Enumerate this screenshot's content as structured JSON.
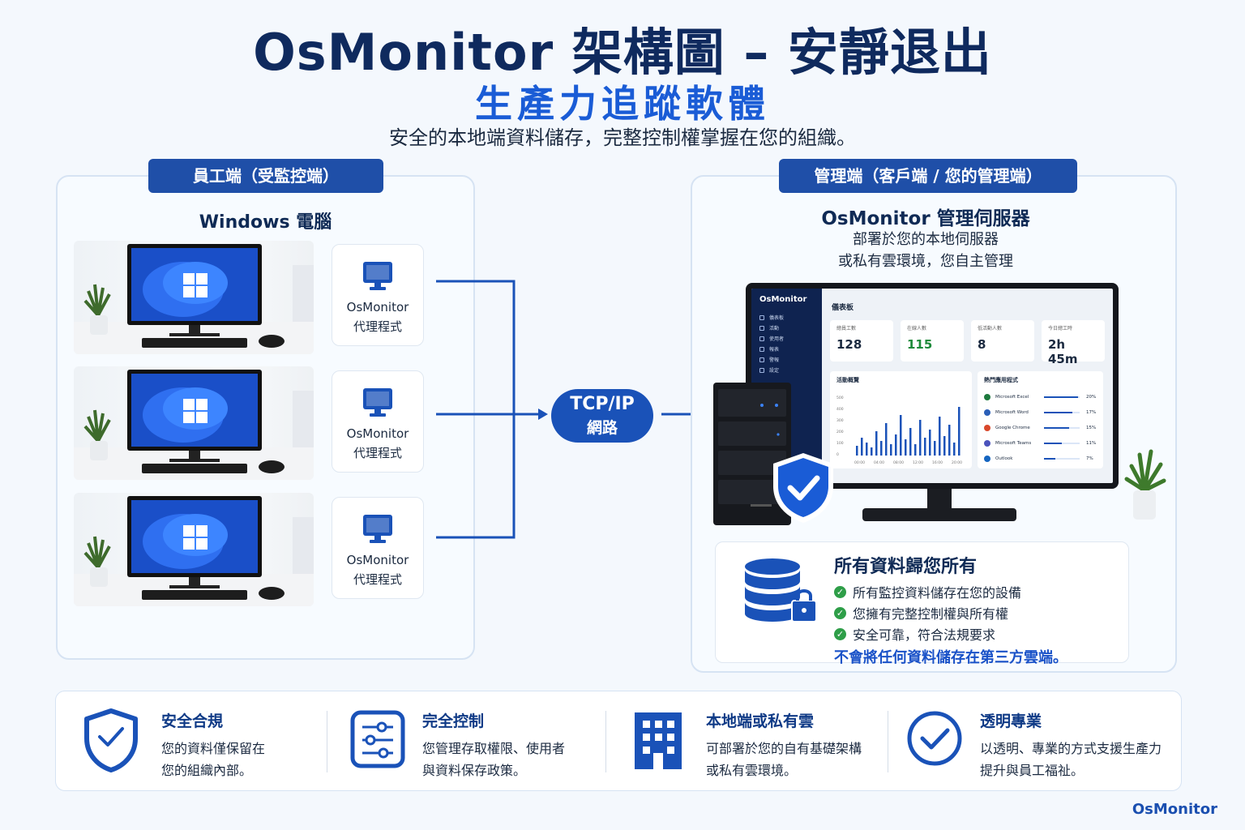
{
  "header": {
    "title": "OsMonitor 架構圖 – 安靜退出",
    "subtitle": "生產力追蹤軟體",
    "tagline": "安全的本地端資料儲存，完整控制權掌握在您的組織。"
  },
  "employee": {
    "pill": "員工端（受監控端）",
    "heading": "Windows 電腦",
    "agents": [
      {
        "name": "OsMonitor",
        "sub": "代理程式"
      },
      {
        "name": "OsMonitor",
        "sub": "代理程式"
      },
      {
        "name": "OsMonitor",
        "sub": "代理程式"
      }
    ]
  },
  "network": {
    "line1": "TCP/IP",
    "line2": "網路"
  },
  "admin": {
    "pill": "管理端（客戶端 / 您的管理端）",
    "server_title": "OsMonitor 管理伺服器",
    "server_desc_1": "部署於您的本地伺服器",
    "server_desc_2": "或私有雲環境，您自主管理"
  },
  "dashboard": {
    "brand": "OsMonitor",
    "menu": [
      "儀表板",
      "活動",
      "使用者",
      "報表",
      "警報",
      "設定"
    ],
    "heading": "儀表板",
    "kpis": [
      {
        "label": "總員工數",
        "value": "128"
      },
      {
        "label": "在線人數",
        "value": "115"
      },
      {
        "label": "低活動人數",
        "value": "8"
      },
      {
        "label": "今日總工時",
        "value": "2h 45m"
      }
    ],
    "chart_title": "活動概覽",
    "chart_y_ticks": [
      "500",
      "400",
      "300",
      "200",
      "100",
      "0"
    ],
    "chart_x_ticks": [
      "00:00",
      "04:00",
      "08:00",
      "12:00",
      "16:00",
      "20:00"
    ],
    "apps_title": "熱門應用程式",
    "apps": [
      {
        "name": "Microsoft Excel",
        "pct": "20%",
        "frac": 0.95,
        "color": "#1d7a3e"
      },
      {
        "name": "Microsoft Word",
        "pct": "17%",
        "frac": 0.8,
        "color": "#2b5fb8"
      },
      {
        "name": "Google Chrome",
        "pct": "15%",
        "frac": 0.7,
        "color": "#d9482b"
      },
      {
        "name": "Microsoft Teams",
        "pct": "11%",
        "frac": 0.5,
        "color": "#4b53bc"
      },
      {
        "name": "Outlook",
        "pct": "7%",
        "frac": 0.32,
        "color": "#1565c0"
      }
    ]
  },
  "ownership": {
    "title": "所有資料歸您所有",
    "points": [
      "所有監控資料儲存在您的設備",
      "您擁有完整控制權與所有權",
      "安全可靠，符合法規要求"
    ],
    "note": "不會將任何資料儲存在第三方雲端。"
  },
  "features": [
    {
      "title": "安全合規",
      "line1": "您的資料僅保留在",
      "line2": "您的組織內部。"
    },
    {
      "title": "完全控制",
      "line1": "您管理存取權限、使用者",
      "line2": "與資料保存政策。"
    },
    {
      "title": "本地端或私有雲",
      "line1": "可部署於您的自有基礎架構",
      "line2": "或私有雲環境。"
    },
    {
      "title": "透明專業",
      "line1": "以透明、專業的方式支援生產力",
      "line2": "提升與員工福祉。"
    }
  ],
  "footer_brand": "OsMonitor",
  "colors": {
    "primary": "#1a52b8",
    "navy": "#0f2a5e",
    "check": "#2e9e48"
  }
}
